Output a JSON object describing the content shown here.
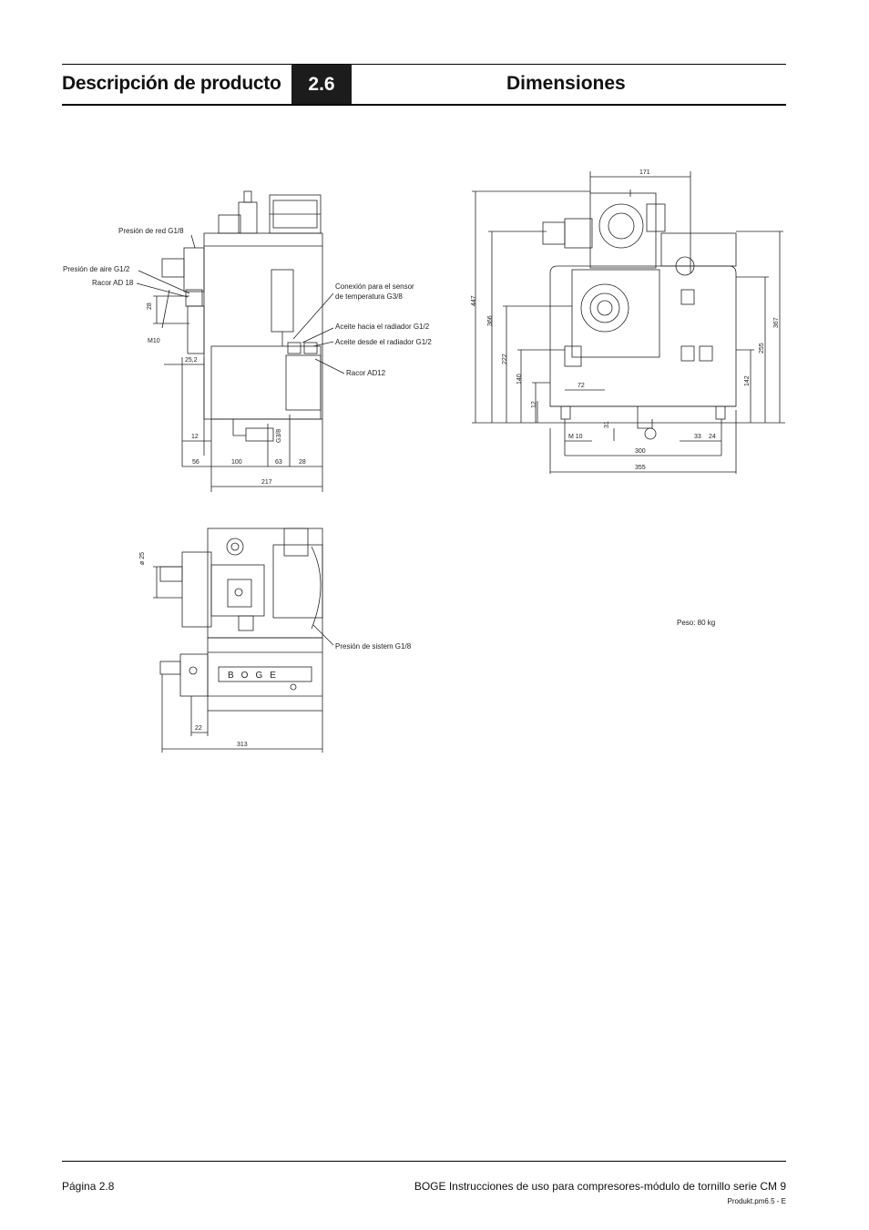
{
  "header": {
    "section_title": "Descripción de producto",
    "section_number": "2.6",
    "page_heading": "Dimensiones"
  },
  "labels": {
    "presion_red": "Presión de red G1/8",
    "presion_aire": "Presión de aire G1/2",
    "racor_ad18": "Racor AD 18",
    "sensor_line1": "Conexión para el sensor",
    "sensor_line2": "de temperatura G3/8",
    "aceite_hacia": "Aceite hacia el radiador G1/2",
    "aceite_desde": "Aceite desde el radiador G1/2",
    "racor_ad12": "Racor AD12",
    "presion_sistem": "Presión de sistem G1/8",
    "peso": "Peso: 80 kg",
    "brand_plate": "BOGE"
  },
  "dims_side": {
    "d28": "28",
    "m10": "M10",
    "d25_2": "25,2",
    "d12": "12",
    "g3_8": "G3/8",
    "d56": "56",
    "d100": "100",
    "d63": "63",
    "d28b": "28",
    "d217": "217"
  },
  "dims_front": {
    "d171": "171",
    "d447": "447",
    "d366": "366",
    "d222": "222",
    "d140": "140",
    "d12": "12",
    "d72": "72",
    "m10": "M 10",
    "d31": "31",
    "d300": "300",
    "d355": "355",
    "d33": "33",
    "d24": "24",
    "d142": "142",
    "d255": "255",
    "d367": "367"
  },
  "dims_top": {
    "d25": "ø 25",
    "d22": "22",
    "d313": "313"
  },
  "footer": {
    "page": "Página 2.8",
    "doc_title": "BOGE Instrucciones de uso para compresores-módulo de tornillo serie CM 9",
    "doc_ref": "Produkt.pm6.5 - E"
  }
}
